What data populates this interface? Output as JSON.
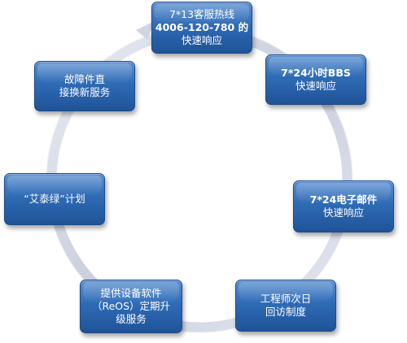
{
  "nodes": [
    {
      "id": "hotline",
      "lines": [
        "7*13客服热线",
        "4006-120-780 的",
        "快速响应"
      ]
    },
    {
      "id": "bbs",
      "lines": [
        "7*24小时BBS",
        "快速响应"
      ]
    },
    {
      "id": "email",
      "lines": [
        "7*24电子邮件",
        "快速响应"
      ]
    },
    {
      "id": "engineer",
      "lines": [
        "工程师次日",
        "回访制度"
      ]
    },
    {
      "id": "upgrade",
      "lines": [
        "提供设备软件",
        "（ReOS）定期升",
        "级服务"
      ]
    },
    {
      "id": "green",
      "lines": [
        "“艾泰绿”计划"
      ]
    },
    {
      "id": "replace",
      "lines": [
        "故障件直",
        "接换新服务"
      ]
    }
  ],
  "colors": {
    "box_top": "#5a8fd0",
    "box_bottom": "#1f5398",
    "ring": "#d6dbe6",
    "text": "#ffffff"
  }
}
